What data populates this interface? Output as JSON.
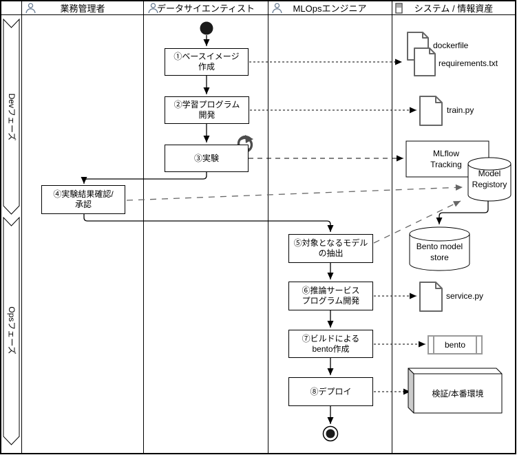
{
  "lanes": [
    {
      "label": "業務管理者",
      "icon": "person-icon"
    },
    {
      "label": "データサイエンティスト",
      "icon": "person-icon"
    },
    {
      "label": "MLOpsエンジニア",
      "icon": "person-icon"
    },
    {
      "label": "システム / 情報資産",
      "icon": "system-icon"
    }
  ],
  "phases": [
    {
      "label": "Devフェーズ"
    },
    {
      "label": "Opsフェーズ"
    }
  ],
  "activities": [
    {
      "label": "①ベースイメージ\n作成"
    },
    {
      "label": "②学習プログラム\n開発"
    },
    {
      "label": "③実験",
      "loop_icon": "loop-icon"
    },
    {
      "label": "④実験結果確認/\n承認"
    },
    {
      "label": "⑤対象となるモデル\nの抽出"
    },
    {
      "label": "⑥推論サービス\nプログラム開発"
    },
    {
      "label": "⑦ビルドによる\nbento作成"
    },
    {
      "label": "⑧デプロイ"
    }
  ],
  "artifacts": {
    "documents": [
      {
        "label": "dockerfile"
      },
      {
        "label": "requirements.txt"
      },
      {
        "label": "train.py"
      },
      {
        "label": "service.py"
      }
    ],
    "mlflow_tracking": {
      "label": "MLflow\nTracking"
    },
    "model_registry": {
      "label": "Model\nRegistory"
    },
    "bento_model_store": {
      "label": "Bento model\nstore"
    },
    "bento_process": {
      "label": "bento"
    },
    "environment": {
      "label": "検証/本番環境"
    }
  },
  "colors": {
    "line": "#000000",
    "artifact_border": "#666666",
    "bento_border": "#999999",
    "gray_arrow": "#666666",
    "loop_icon": "#4d4d4d",
    "person_icon": "#6e8096"
  }
}
